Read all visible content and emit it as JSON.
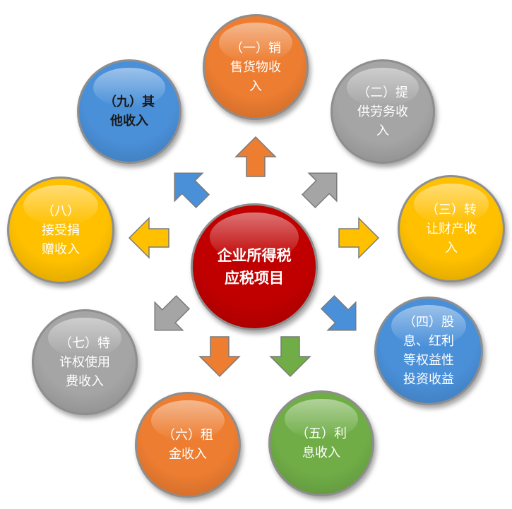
{
  "center": {
    "label": "企业所得税\n应税项目",
    "color": "#c00000"
  },
  "items": [
    {
      "label": "（一）销\n售货物收\n入",
      "color": "#ed7d31"
    },
    {
      "label": "（二）提\n供劳务收\n入",
      "color": "#a5a5a5"
    },
    {
      "label": "（三）转\n让财产收\n入",
      "color": "#ffc000"
    },
    {
      "label": "（四）股\n息、红利\n等权益性\n投资收益",
      "color": "#4a90d9"
    },
    {
      "label": "（五）利\n息收入",
      "color": "#70ad47"
    },
    {
      "label": "（六）租\n金收入",
      "color": "#ed7d31"
    },
    {
      "label": "（七）特\n许权使用\n费收入",
      "color": "#a5a5a5"
    },
    {
      "label": "（八）\n接受捐\n赠收入",
      "color": "#ffc000"
    },
    {
      "label": "（九）其\n他收入",
      "color": "#4a90d9"
    }
  ]
}
